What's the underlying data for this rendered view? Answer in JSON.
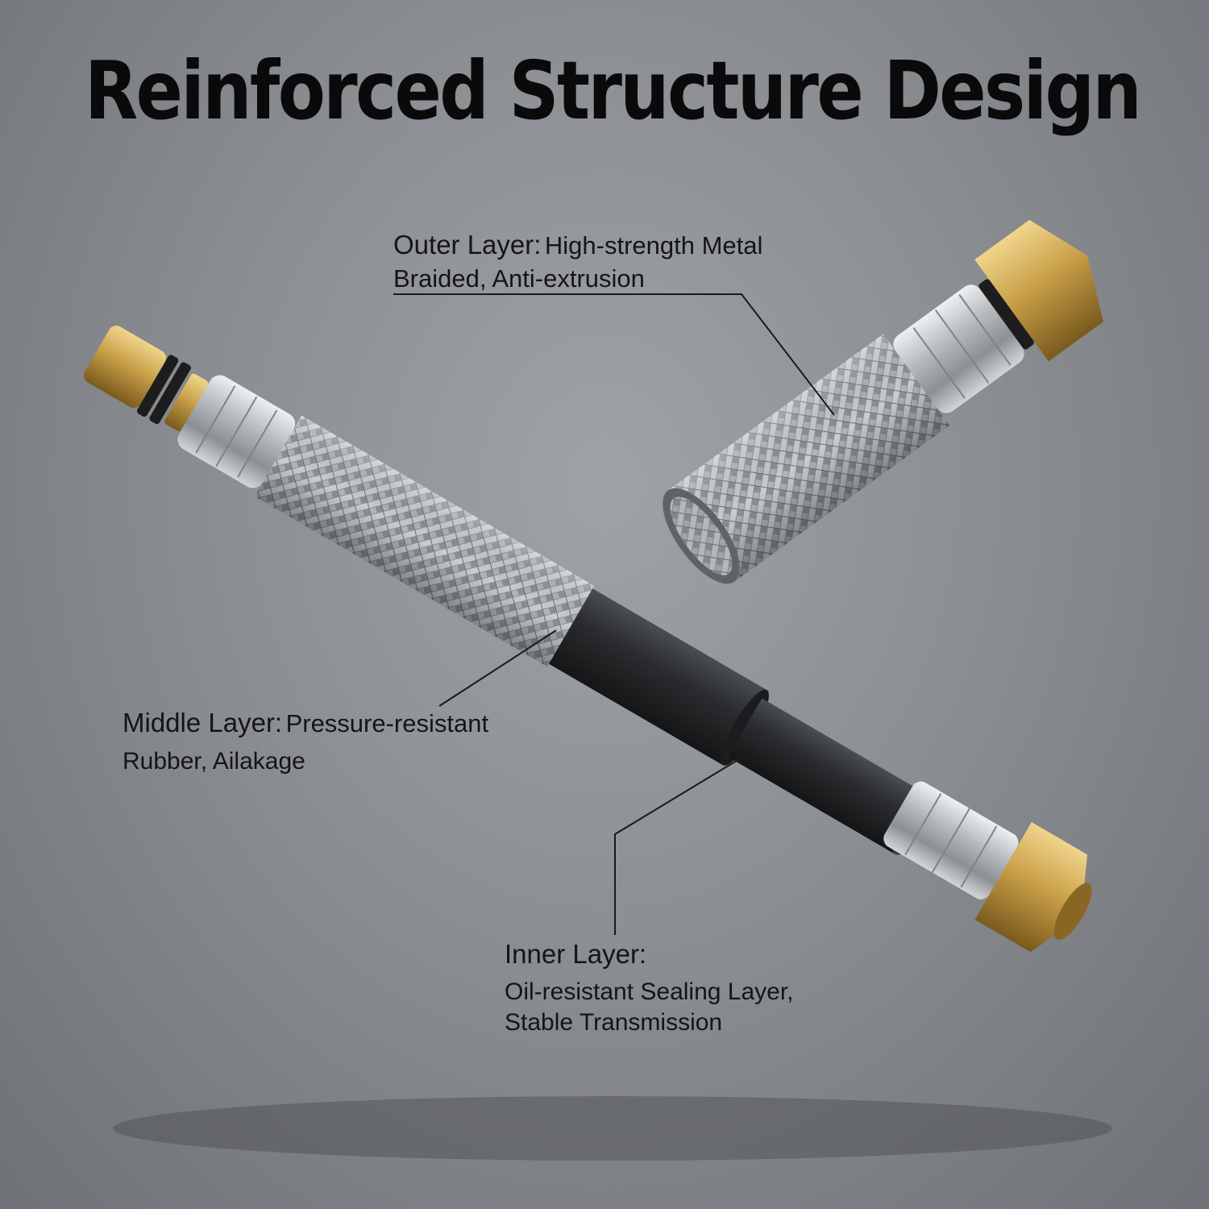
{
  "title": "Reinforced Structure Design",
  "callouts": {
    "outer": {
      "label": "Outer Layer:",
      "text_line1": "High-strength Metal",
      "text_line2": "Braided, Anti-extrusion"
    },
    "middle": {
      "label": "Middle Layer:",
      "text_line1": "Pressure-resistant",
      "text_line2": "Rubber, Ailakage"
    },
    "inner": {
      "label": "Inner Layer:",
      "text_line1": "Oil-resistant Sealing Layer,",
      "text_line2": "Stable Transmission"
    }
  },
  "colors": {
    "brass": "#c9a048",
    "steel": "#b8bcc0",
    "rubber": "#2a2c2f",
    "leader": "#1a1a1a"
  }
}
